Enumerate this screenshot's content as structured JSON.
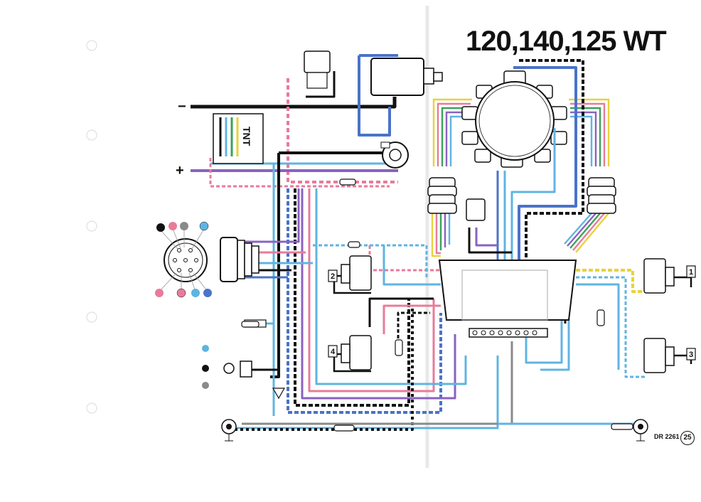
{
  "diagram": {
    "title": "120,140,125 WT",
    "reference": "DR 2261",
    "page_number": "25",
    "battery_negative_sign": "−",
    "battery_positive_sign": "+",
    "connector_label": "TNT",
    "cylinder_labels": [
      "1",
      "2",
      "3",
      "4"
    ]
  },
  "colors": {
    "black": "#111111",
    "blue": "#4a73c8",
    "light_blue": "#5fb4e2",
    "pink": "#e87b9a",
    "purple": "#8a62c0",
    "yellow": "#e8d23a",
    "green": "#3aa35a",
    "gray": "#8a8a8a",
    "white": "#ffffff"
  }
}
